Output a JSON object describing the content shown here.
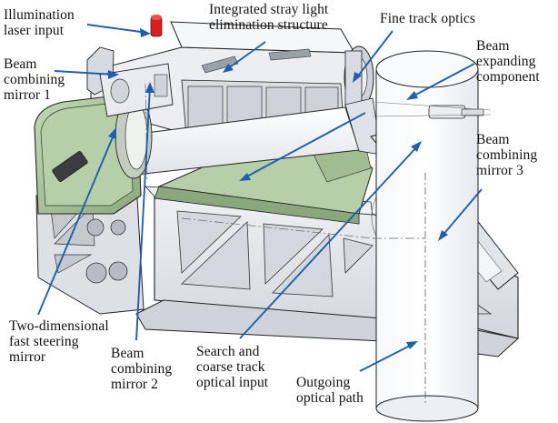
{
  "labels": {
    "illumination_laser_input": "Illumination\nlaser input",
    "integrated_stray_light": "Integrated stray light\nelimination structure",
    "fine_track_optics": "Fine track optics",
    "beam_combining_mirror_1": "Beam\ncombining\nmirror 1",
    "beam_expanding_component": "Beam\nexpanding\ncomponent",
    "beam_combining_mirror_3": "Beam\ncombining\nmirror 3",
    "two_dimensional_fsm": "Two-dimensional\nfast steering\nmirror",
    "beam_combining_mirror_2": "Beam\ncombining\nmirror 2",
    "search_coarse_track": "Search and\ncoarse track\noptical input",
    "outgoing_optical_path": "Outgoing\noptical path"
  },
  "colors": {
    "leader_line": "#1f5fb0",
    "housing_fill": "#e4e6ea",
    "housing_shade": "#c9ccd2",
    "green_housing": "#a8c49a",
    "green_dark": "#7d9a70",
    "beam_tube": "#f1f3f6",
    "laser_red": "#d81e1e"
  }
}
